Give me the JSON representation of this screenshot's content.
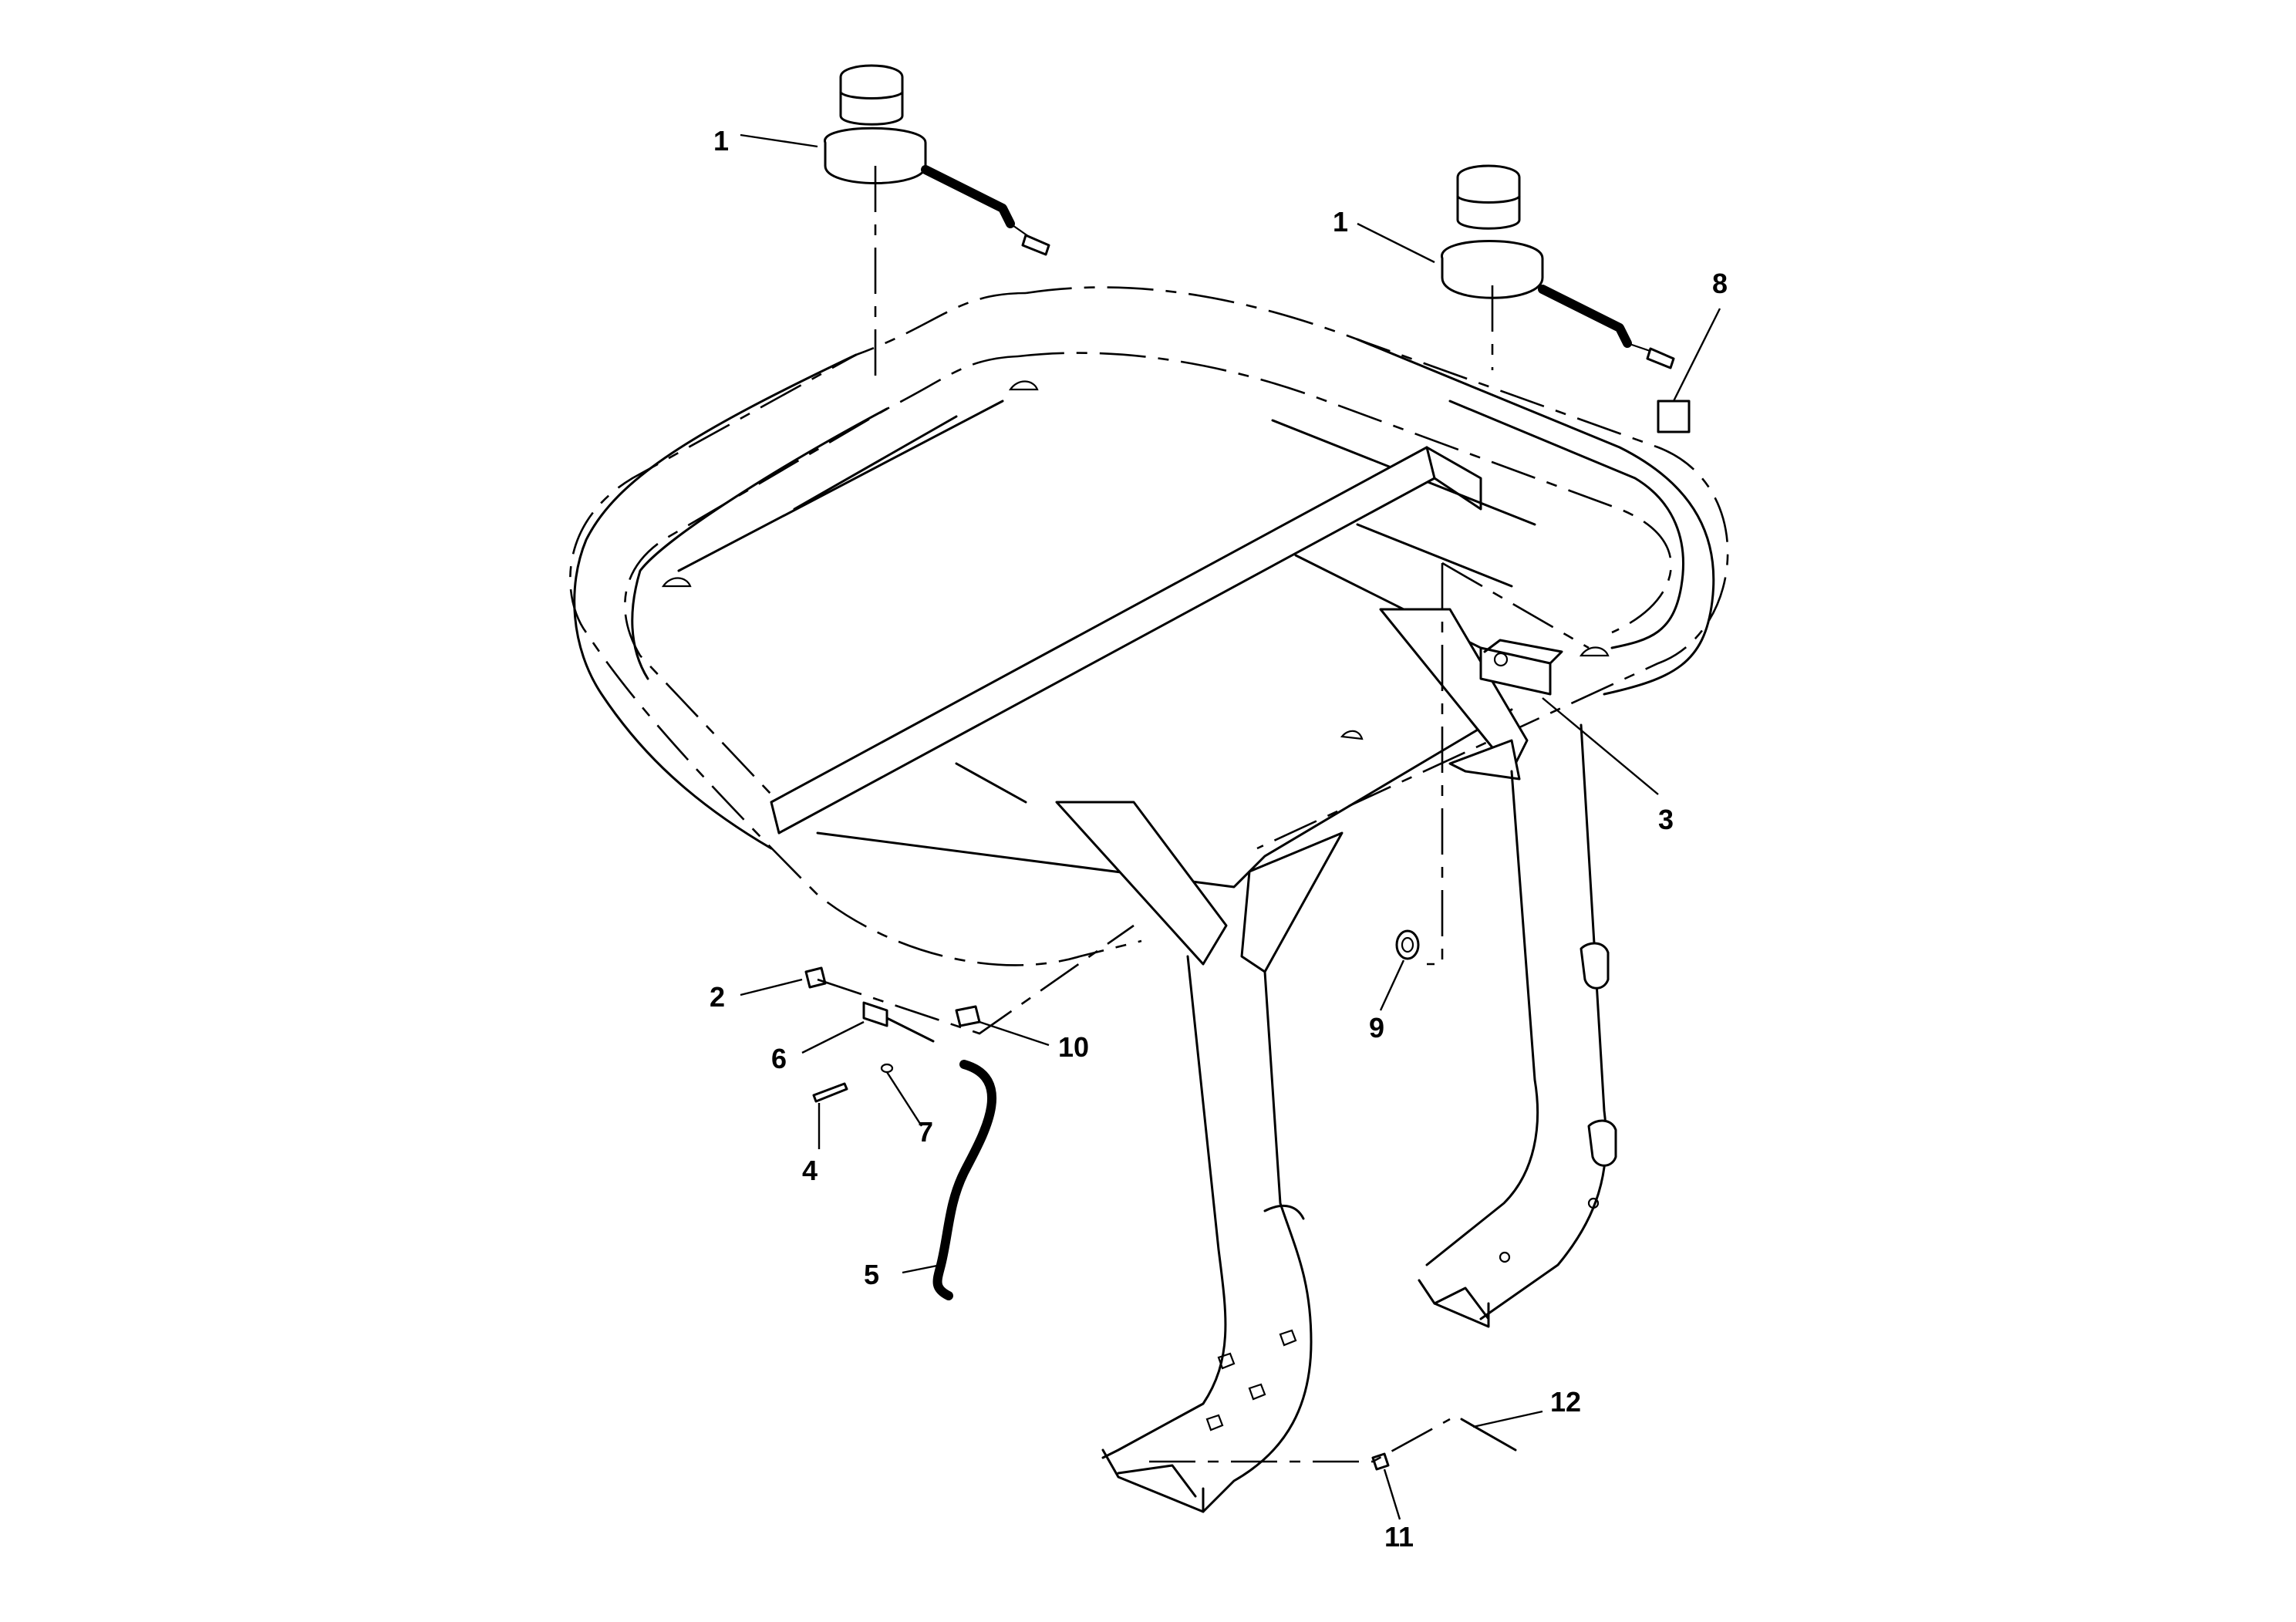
{
  "callouts": {
    "lamp_left": "1",
    "lamp_right": "1",
    "part_2": "2",
    "part_3": "3",
    "part_4": "4",
    "part_5": "5",
    "part_6": "6",
    "part_7": "7",
    "part_8": "8",
    "part_9": "9",
    "part_10": "10",
    "part_11": "11",
    "part_12": "12"
  }
}
